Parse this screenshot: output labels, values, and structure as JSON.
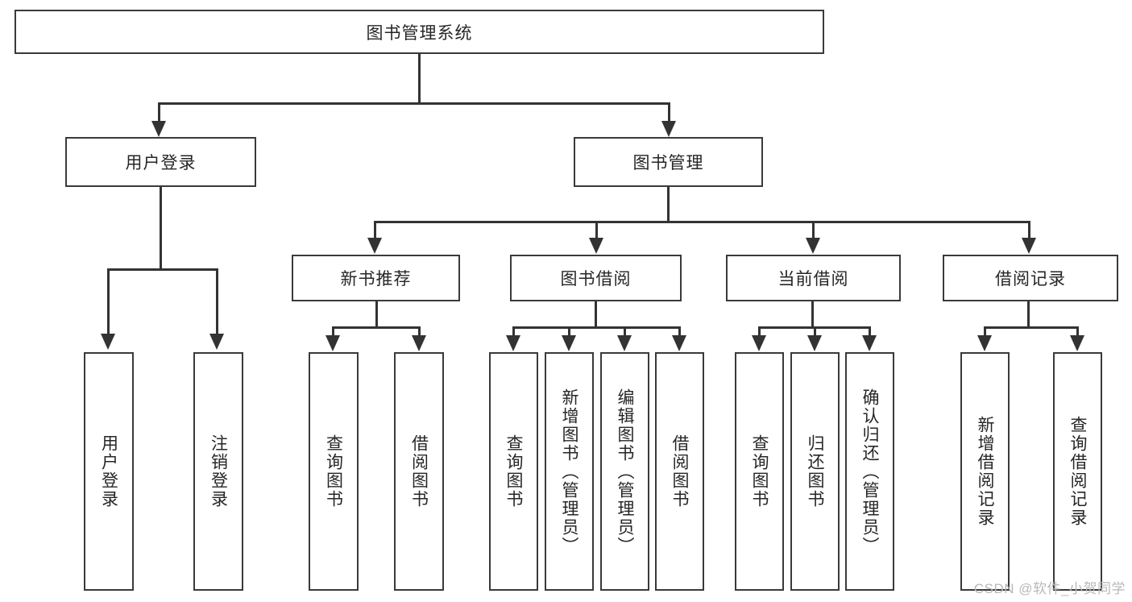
{
  "diagram": {
    "title_node": {
      "label": "图书管理系统"
    },
    "level2": [
      {
        "id": "user-login",
        "label": "用户登录"
      },
      {
        "id": "book-management",
        "label": "图书管理"
      }
    ],
    "level3": [
      {
        "id": "new-book-recommend",
        "label": "新书推荐"
      },
      {
        "id": "book-borrow",
        "label": "图书借阅"
      },
      {
        "id": "current-borrow",
        "label": "当前借阅"
      },
      {
        "id": "borrow-record",
        "label": "借阅记录"
      }
    ],
    "leaves": {
      "user_login": [
        {
          "id": "leaf-user-login",
          "label": "用户登录"
        },
        {
          "id": "leaf-logout-login",
          "label": "注销登录"
        }
      ],
      "new_book_recommend": [
        {
          "id": "leaf-query-book-1",
          "label": "查询图书"
        },
        {
          "id": "leaf-borrow-book-1",
          "label": "借阅图书"
        }
      ],
      "book_borrow": [
        {
          "id": "leaf-query-book-2",
          "label": "查询图书"
        },
        {
          "id": "leaf-add-book",
          "label": "新增图书（管理员）"
        },
        {
          "id": "leaf-edit-book",
          "label": "编辑图书（管理员）"
        },
        {
          "id": "leaf-borrow-book-2",
          "label": "借阅图书"
        }
      ],
      "current_borrow": [
        {
          "id": "leaf-query-book-3",
          "label": "查询图书"
        },
        {
          "id": "leaf-return-book",
          "label": "归还图书"
        },
        {
          "id": "leaf-confirm-return",
          "label": "确认归还（管理员）"
        }
      ],
      "borrow_record": [
        {
          "id": "leaf-add-record",
          "label": "新增借阅记录"
        },
        {
          "id": "leaf-query-record",
          "label": "查询借阅记录"
        }
      ]
    }
  },
  "watermark": {
    "text": "CSDN @软件_小贺同学"
  },
  "colors": {
    "border": "#3a3a3a",
    "line": "#333333",
    "text": "#262626",
    "background": "#ffffff",
    "watermark": "#b8b8b8"
  }
}
